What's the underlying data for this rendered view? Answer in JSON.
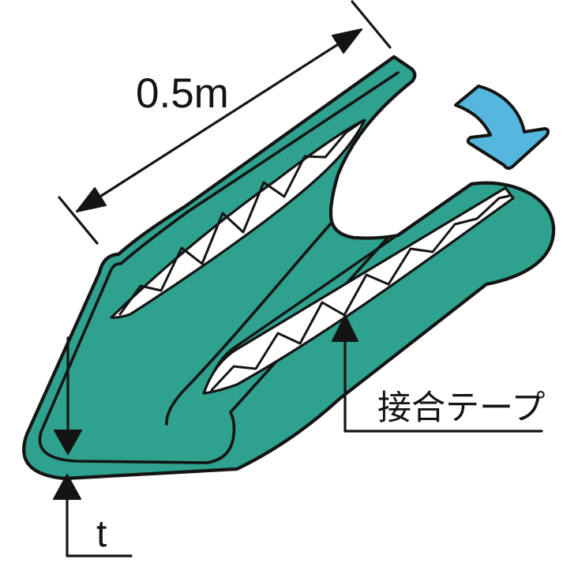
{
  "diagram": {
    "type": "technical-illustration",
    "subject": "folded belt sling end joined with tape",
    "labels": {
      "fold_length": "0.5m",
      "thickness": "t",
      "joining_tape": "接合テープ"
    },
    "icons": {
      "fold_direction": "curved-arrow-down",
      "length_dimension": "double-ended-dimension-arrow",
      "tape_pointer": "up-arrow-leader",
      "thickness_pointer": "opposing-vertical-arrows"
    },
    "colors": {
      "belt": "#2EA28E",
      "fold_arrow": "#55B6DE",
      "line": "#141414",
      "channel": "#FFFFFF",
      "background": "#FFFFFF"
    }
  }
}
